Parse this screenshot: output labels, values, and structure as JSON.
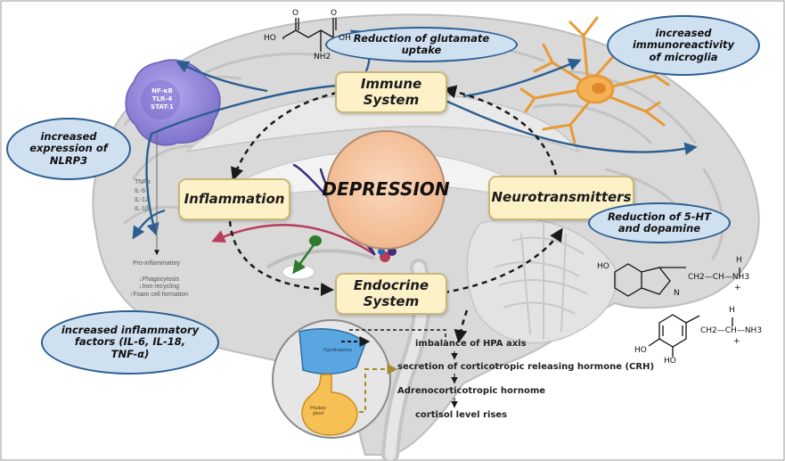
{
  "center": {
    "label": "DEPRESSION"
  },
  "boxes": {
    "immune": "Immune\nSystem",
    "inflammation": "Inflammation",
    "neurotransmitters": "Neurotransmitters",
    "endocrine": "Endocrine\nSystem"
  },
  "bubbles": {
    "glutamate": "Reduction of glutamate\nuptake",
    "microglia": "increased\nimmunoreactivity\nof microglia",
    "nlrp3": "increased\nexpression of\nNLRP3",
    "serotonin": "Reduction of 5-HT\nand dopamine",
    "factors": "increased inflammatory\nfactors (IL-6, IL-18,\nTNF-α)"
  },
  "macrophage": {
    "labels": [
      "NF-κB",
      "TLR-4",
      "STAT-1"
    ]
  },
  "cytokines": [
    "TNFα",
    "IL-6",
    "IL-12",
    "IL-1β"
  ],
  "pro_inflammatory": "Pro-inflammatory",
  "effects": [
    "↓Phagocytosis",
    "↓Iron recycling",
    "↑Foam cell formation"
  ],
  "hpa_steps": [
    "imbalance of HPA axis",
    "secretion of corticotropic releasing hormone (CRH)",
    "Adrenocorticotropic hornome",
    "cortisol level rises"
  ],
  "inset": {
    "hypothalamus": "Hypothalamus",
    "pituitary": "Pituitary\ngland"
  },
  "chem": {
    "glutamate": {
      "ho": "HO",
      "oh": "OH",
      "nh2": "NH2",
      "o1": "O",
      "o2": "O"
    },
    "serotonin": {
      "ho": "HO",
      "n": "N",
      "h": "H",
      "chain": "CH2—CH—NH3",
      "plus": "+"
    },
    "dopamine": {
      "ho1": "HO",
      "ho2": "HO",
      "h": "H",
      "chain": "CH2—CH—NH3",
      "plus": "+"
    }
  },
  "colors": {
    "box_fill": "#fdf1c8",
    "bubble_fill": "#cfe0f1",
    "bubble_border": "#2c5f91",
    "center_fill": "#f6c8a4",
    "arrow_blue": "#2b5f92",
    "brain": "#d7d7d7",
    "microglia": "#f0a23c",
    "macrophage": "#8b80d6"
  }
}
